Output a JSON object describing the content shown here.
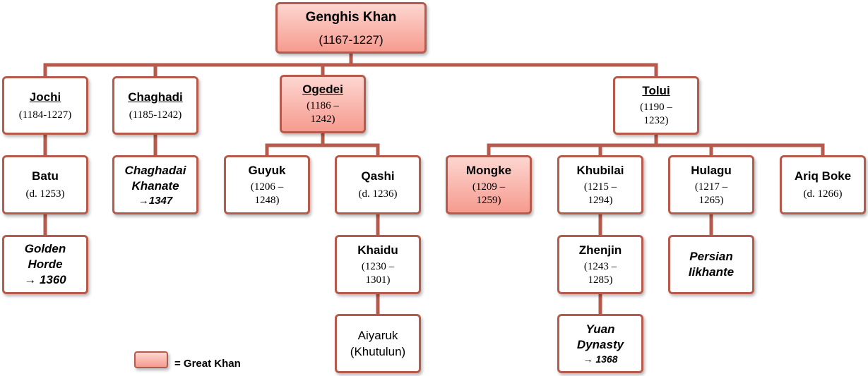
{
  "colors": {
    "line": "#b65a4c",
    "khan_fill_top": "#fdd6d0",
    "khan_fill_bottom": "#f69b8f"
  },
  "nodes": {
    "genghis": {
      "name": "Genghis Khan",
      "dates": "(1167-1227)"
    },
    "jochi": {
      "name": "Jochi",
      "dates": "(1184-1227)"
    },
    "chaghadi": {
      "name": "Chaghadi",
      "dates": "(1185-1242)"
    },
    "ogedei": {
      "name": "Ogedei",
      "dates": "(1186 – 1242)"
    },
    "tolui": {
      "name": "Tolui",
      "dates": "(1190 – 1232)"
    },
    "batu": {
      "name": "Batu",
      "dates": "(d. 1253)"
    },
    "chaghadai_khanate": {
      "name": "Chaghadai Khanate",
      "end": "→1347"
    },
    "guyuk": {
      "name": "Guyuk",
      "dates": "(1206 – 1248)"
    },
    "qashi": {
      "name": "Qashi",
      "dates": "(d. 1236)"
    },
    "mongke": {
      "name": "Mongke",
      "dates": "(1209 – 1259)"
    },
    "khubilai": {
      "name": "Khubilai",
      "dates": "(1215 – 1294)"
    },
    "hulagu": {
      "name": "Hulagu",
      "dates": "(1217 – 1265)"
    },
    "ariq_boke": {
      "name": "Ariq Boke",
      "dates": "(d. 1266)"
    },
    "golden_horde": {
      "name": "Golden Horde",
      "end": "→ 1360"
    },
    "khaidu": {
      "name": "Khaidu",
      "dates": "(1230 – 1301)"
    },
    "zhenjin": {
      "name": "Zhenjin",
      "dates": "(1243 – 1285)"
    },
    "persian_ilkhante": {
      "name": "Persian Iikhante"
    },
    "aiyaruk": {
      "name": "Aiyaruk",
      "alias": "(Khutulun)"
    },
    "yuan_dynasty": {
      "name": "Yuan Dynasty",
      "end": "→ 1368"
    }
  },
  "legend": {
    "label": "= Great Khan"
  }
}
